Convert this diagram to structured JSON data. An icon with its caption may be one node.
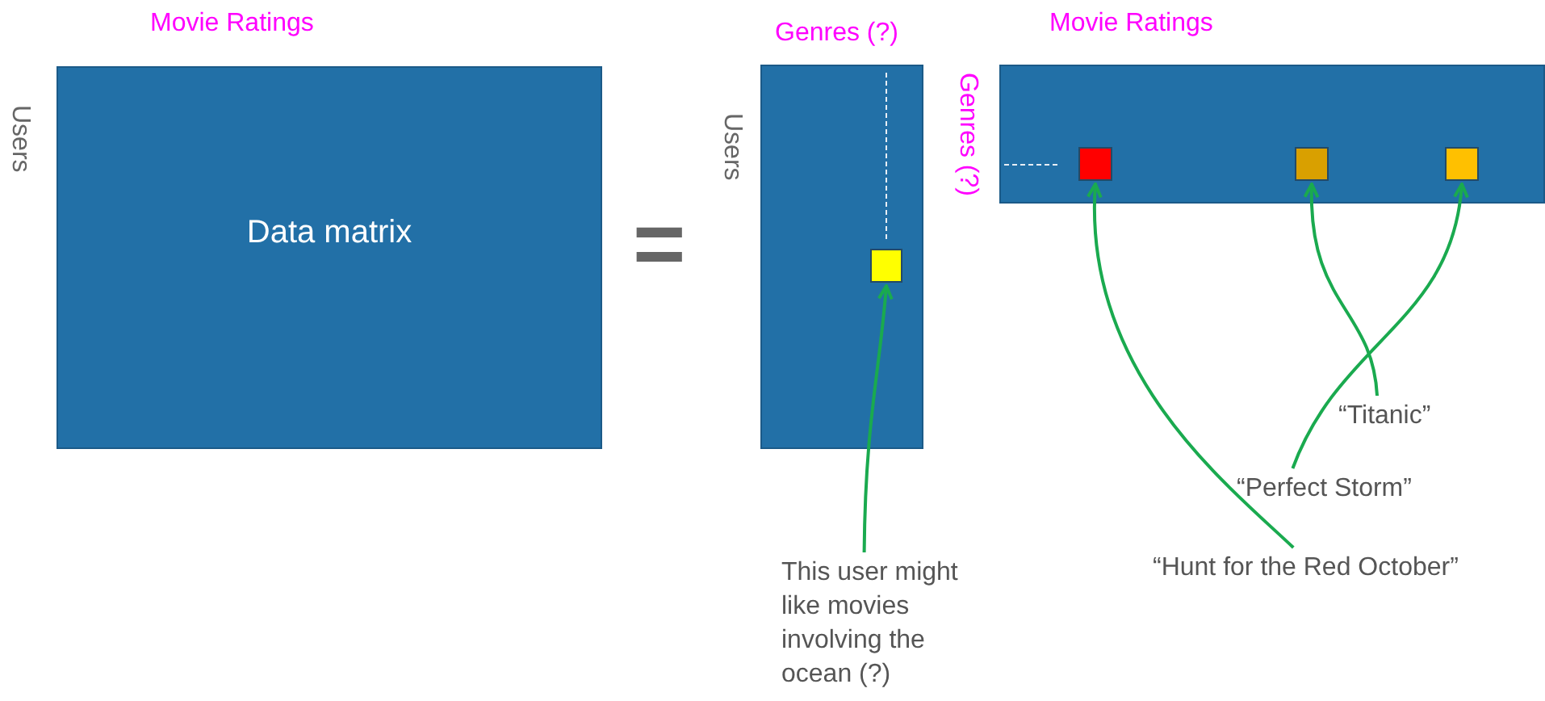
{
  "diagram": {
    "nodes": [
      {
        "text": [
          "Data matrix"
        ]
      },
      {
        "text": [],
        "shape": "box"
      },
      {
        "text": [],
        "shape": "box",
        "in": 1
      },
      {
        "text": [],
        "shape": "box"
      },
      {
        "text": [],
        "shape": "box",
        "in": 3
      },
      {
        "text": [],
        "shape": "box",
        "in": 3
      },
      {
        "text": [],
        "shape": "box",
        "in": 3
      },
      {
        "text": [
          "This user might like movies involving the ocean (?)"
        ]
      },
      {
        "text": [
          "“Titanic”"
        ]
      },
      {
        "text": [
          "“Perfect Storm”"
        ]
      },
      {
        "text": [
          "“Hunt for the Red October”"
        ]
      }
    ],
    "edges": [
      {
        "from": 7,
        "to": 2,
        "arrow": "to"
      },
      {
        "from": 8,
        "to": 5,
        "arrow": "to"
      },
      {
        "from": 9,
        "to": 6,
        "arrow": "to"
      },
      {
        "from": 10,
        "to": 4,
        "arrow": "to"
      }
    ],
    "labels": [
      "Movie Ratings",
      "Genres (?)",
      "Movie Ratings",
      "Users",
      "Users",
      "Genres (?)",
      "="
    ]
  }
}
